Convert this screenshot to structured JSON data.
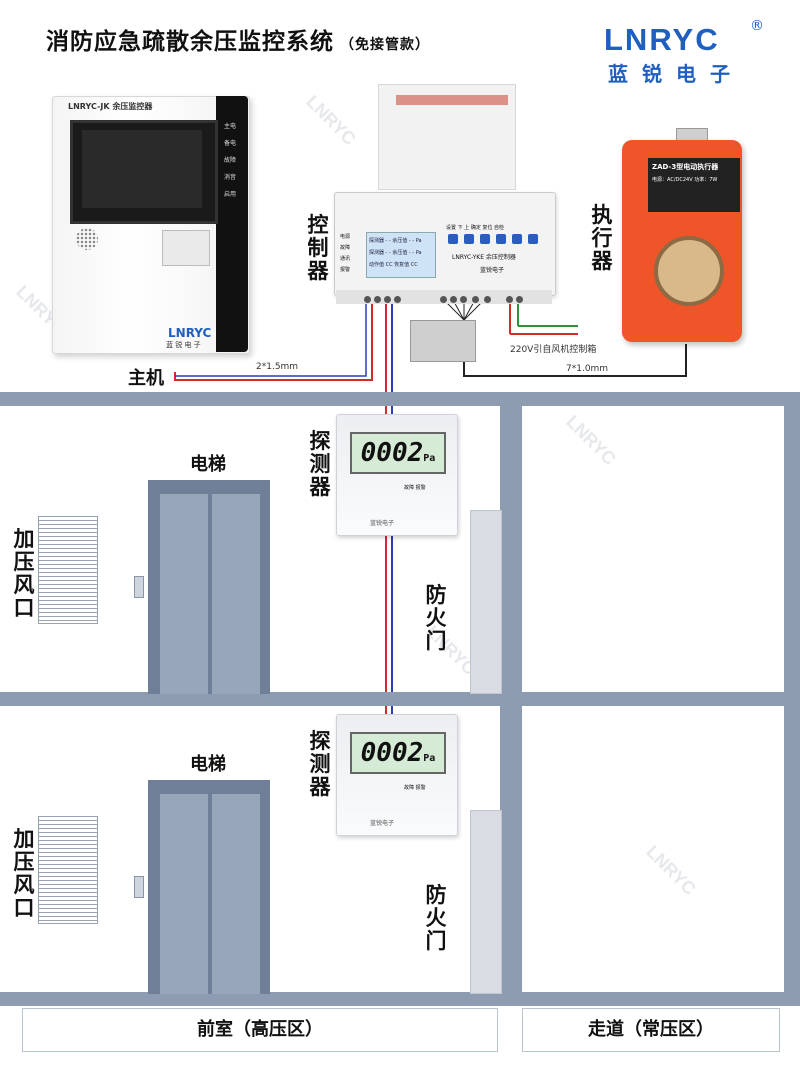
{
  "title": "消防应急疏散余压监控系统",
  "subtitle": "（免接管款）",
  "logo": {
    "en": "LNRYC",
    "reg": "®",
    "cn": "蓝锐电子"
  },
  "host": {
    "label": "主机",
    "model": "LNRYC-JK 余压监控器",
    "brand": "LNRYC",
    "brand_cn": "蓝 锐 电 子",
    "leds": [
      "主电",
      "备电",
      "故障",
      "消音",
      "启用"
    ]
  },
  "controller": {
    "label": "控制器",
    "model": "LNRYC-YKE 余压控制器",
    "brand_cn": "蓝锐电子",
    "buttons": [
      "设置",
      "下",
      "上",
      "确定",
      "复位",
      "自检"
    ],
    "lcd_rows": [
      "探测器 - - 余压值 - - Pa",
      "探测器 - - 余压值 - - Pa",
      "动作值 CC 恢复值 CC"
    ],
    "left_leds": [
      "电源",
      "故障",
      "通讯",
      "报警"
    ]
  },
  "actuator": {
    "label": "执行器",
    "model": "ZAD-3型电动执行器",
    "spec": "电源：AC/DC24V  功率：7W"
  },
  "wires": {
    "host_to_ctl": "2*1.5mm",
    "ctl_to_act": "7*1.0mm",
    "fan_box": "220V引自风机控制箱"
  },
  "floors": [
    {
      "elevator": "电梯",
      "vent": "加压风口",
      "detector": "探测器",
      "reading": "0002",
      "unit": "Pa",
      "leds": [
        "故障",
        "报警"
      ],
      "brand": "蓝锐电子",
      "door": "防火门"
    },
    {
      "elevator": "电梯",
      "vent": "加压风口",
      "detector": "探测器",
      "reading": "0002",
      "unit": "Pa",
      "leds": [
        "故障",
        "报警"
      ],
      "brand": "蓝锐电子",
      "door": "防火门"
    }
  ],
  "zones": {
    "front": "前室（高压区）",
    "corridor": "走道（常压区）"
  },
  "colors": {
    "brand": "#1f5fbf",
    "slab": "#8e9cb1",
    "actuator": "#f0552a",
    "wire_red": "#d42a2a",
    "wire_blue": "#2a3fb0",
    "wire_green": "#2f8f3a"
  }
}
